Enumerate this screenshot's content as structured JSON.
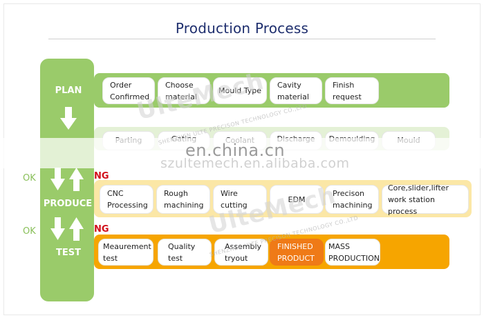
{
  "title": "Production Process",
  "stages": {
    "plan": "PLAN",
    "produce": "PRODUCE",
    "test": "TEST"
  },
  "ok_labels": [
    "OK",
    "OK"
  ],
  "ng_labels": [
    "NG",
    "NG"
  ],
  "rows": {
    "plan": [
      "Order\nConfirmed",
      "Choose\nmaterial",
      "Mould Type",
      "Cavity\nmaterial",
      "Finish\nrequest"
    ],
    "plan2": [
      "Parting",
      "Gating",
      "Coolant",
      "Discharge",
      "Demoulding",
      "Mould"
    ],
    "produce": [
      "CNC\nProcessing",
      "Rough\nmachining",
      "Wire\ncutting",
      "EDM",
      "Precison\nmachining",
      "Core,slider,lifter\nwork station process"
    ],
    "test": [
      "Meaurement\ntest",
      "Quality\ntest",
      "Assembly\ntryout",
      "FINISHED\nPRODUCT",
      "MASS\nPRODUCTION"
    ]
  },
  "watermark": {
    "site": "en.china.cn",
    "site2": "szultemech.en.alibaba.com",
    "brand": "UlteMech",
    "brand_sub": "SHENZHEN ULTE PRECISON TECHNOLOGY CO.,LTD"
  },
  "colors": {
    "green": "#9acb6a",
    "light_green": "#e4f1d6",
    "yellow": "#fbe7a6",
    "orange": "#f6a500",
    "finished": "#ef7a17",
    "title": "#1f2f6e",
    "ng": "#d10f1a"
  },
  "icons": [
    "arrow-down-icon",
    "double-arrow-icon",
    "double-arrow-icon"
  ]
}
